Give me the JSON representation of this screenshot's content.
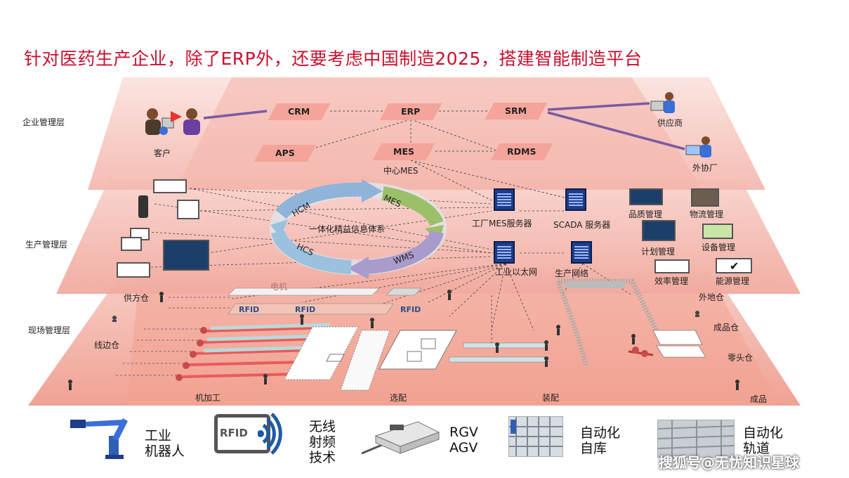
{
  "title": "针对医药生产企业，除了ERP外，还要考虑中国制造2025，搭建智能制造平台",
  "layers": {
    "enterprise": "企业管理层",
    "production": "生产管理层",
    "field": "现场管理层"
  },
  "enterprise": {
    "customer": "客户",
    "supplier": "供应商",
    "outsourcer": "外协厂",
    "center_mes": "中心MES",
    "tags": {
      "crm": "CRM",
      "erp": "ERP",
      "srm": "SRM",
      "aps": "APS",
      "mes": "MES",
      "rdms": "RDMS"
    }
  },
  "production": {
    "cycle": {
      "center": "一体化精益信息体系",
      "mes": "MES",
      "hcm": "HCM",
      "hcs": "HCS",
      "wms": "WMS"
    },
    "servers": {
      "factory_mes": "工厂MES服务器",
      "scada": "SCADA 服务器",
      "ethernet": "工业以太网",
      "network": "生产网络"
    },
    "modules": {
      "quality": "品质管理",
      "logistics": "物流管理",
      "planning": "计划管理",
      "equipment": "设备管理",
      "efficiency": "效率管理",
      "energy": "能源管理"
    }
  },
  "field": {
    "supplier_wh": "供方仓",
    "line_wh": "线边仓",
    "motor": "电机",
    "rfid": "RFID",
    "machining": "机加工",
    "picking": "选配",
    "assembly": "装配",
    "external_wh": "外地仓",
    "finished_wh": "成品仓",
    "odd_wh": "零头仓",
    "finished": "成品"
  },
  "legend": [
    {
      "icon": "industrial-robot-icon",
      "line1": "工业",
      "line2": "机器人",
      "line3": ""
    },
    {
      "icon": "rfid-icon",
      "line1": "无线",
      "line2": "射频",
      "line3": "技术",
      "badge": "RFID"
    },
    {
      "icon": "agv-icon",
      "line1": "RGV",
      "line2": "AGV",
      "line3": ""
    },
    {
      "icon": "auto-warehouse-icon",
      "line1": "自动化",
      "line2": "自库",
      "line3": ""
    },
    {
      "icon": "auto-track-icon",
      "line1": "自动化",
      "line2": "轨道",
      "line3": ""
    }
  ],
  "watermark": "搜狐号@无忧知识星球",
  "colors": {
    "title": "#c8102e",
    "layer_top": "#f6c7c0",
    "layer_mid": "#f4b3aa",
    "layer_bottom": "#f2a79b",
    "accent": "#e3342f",
    "link": "#7b5aa6"
  }
}
